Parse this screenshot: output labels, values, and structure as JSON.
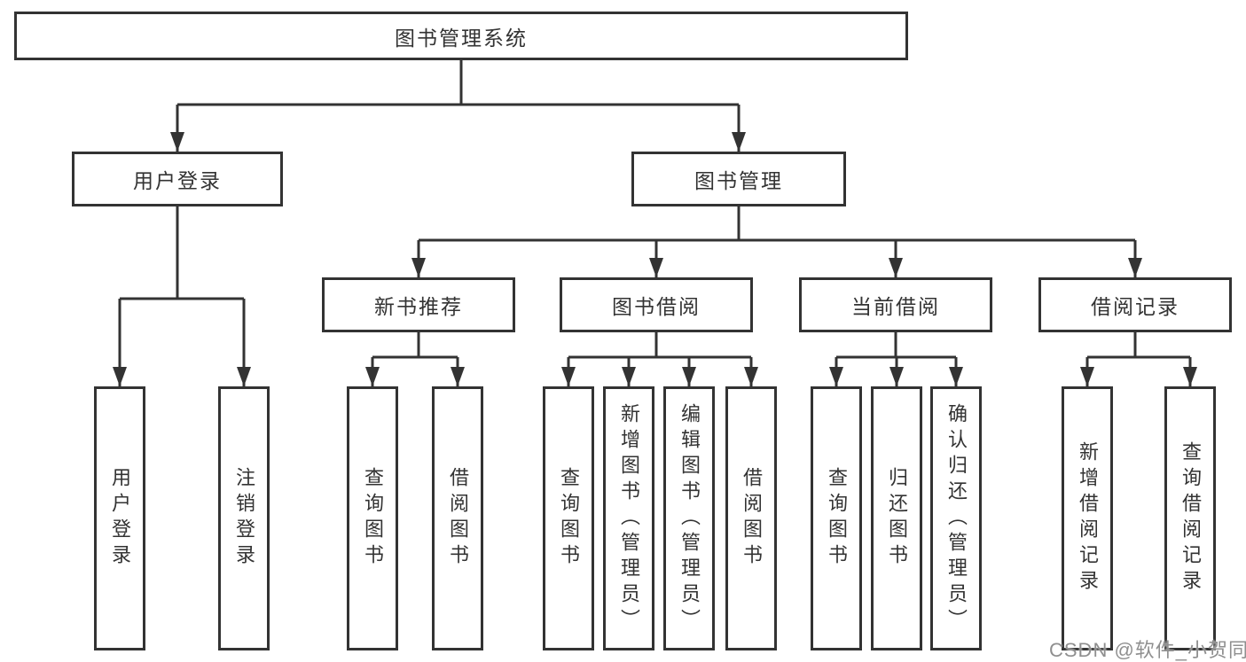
{
  "diagram": {
    "root": {
      "label": "图书管理系统"
    },
    "level2": [
      {
        "label": "用户登录"
      },
      {
        "label": "图书管理"
      }
    ],
    "level3": [
      {
        "label": "新书推荐"
      },
      {
        "label": "图书借阅"
      },
      {
        "label": "当前借阅"
      },
      {
        "label": "借阅记录"
      }
    ],
    "leaves": {
      "user_login": [
        "用户登录",
        "注销登录"
      ],
      "new_book": [
        "查询图书",
        "借阅图书"
      ],
      "borrow": [
        "查询图书",
        "新增图书（管理员）",
        "编辑图书（管理员）",
        "借阅图书"
      ],
      "current": [
        "查询图书",
        "归还图书",
        "确认归还（管理员）"
      ],
      "records": [
        "新增借阅记录",
        "查询借阅记录"
      ]
    }
  },
  "watermark": {
    "text": "CSDN @软件_小贺同学",
    "color": "#8f8f8f"
  },
  "colors": {
    "line": "#333333",
    "box_border": "#333333",
    "text": "#333333",
    "background": "#ffffff"
  }
}
